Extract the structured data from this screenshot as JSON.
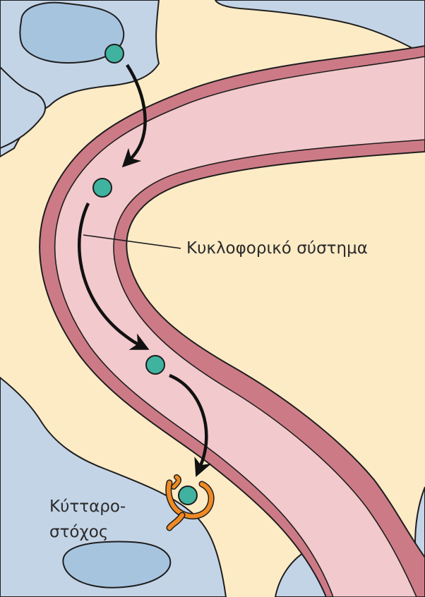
{
  "labels": {
    "circulatory_system": "Κυκλοφορικό σύστημα",
    "target_cell_line1": "Κύτταρο-",
    "target_cell_line2": "στόχος"
  },
  "colors": {
    "background_tissue": "#fdebc6",
    "cell": "#c4d4e7",
    "nucleus": "#a7c4df",
    "vessel_wall": "#cd7a87",
    "vessel_lumen": "#f2c9cc",
    "hormone": "#3fb3a0",
    "receptor": "#f08a24",
    "outline": "#1e1e1e",
    "arrow": "#111111"
  },
  "icons": {
    "hormone": "hormone-molecule-icon",
    "receptor": "receptor-icon",
    "arrow": "arrow-icon"
  }
}
